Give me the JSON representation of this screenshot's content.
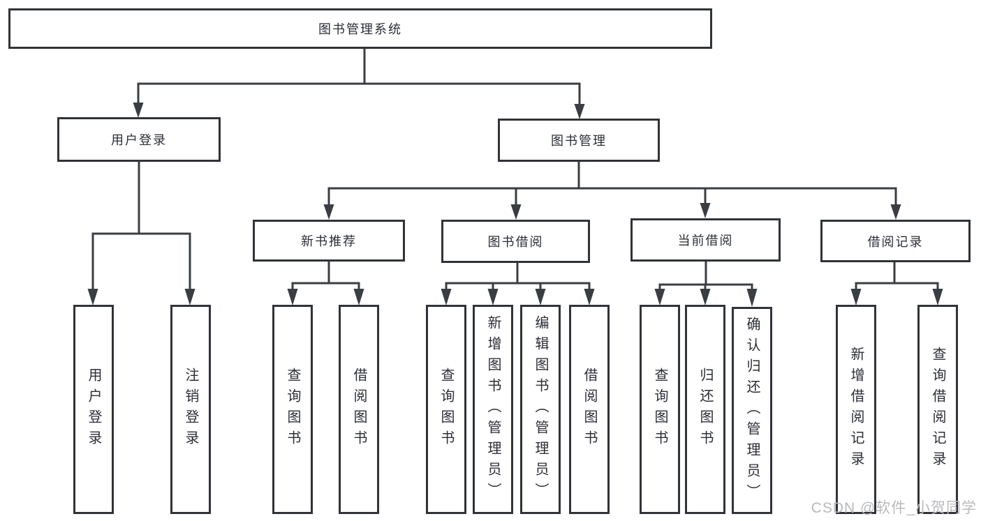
{
  "colors": {
    "line": "#3a3d42",
    "border": "#303338",
    "text": "#2b2e35",
    "watermark": "#b9babc",
    "bg": "#ffffff"
  },
  "tree": {
    "root": {
      "label": "图书管理系统"
    },
    "level2": [
      {
        "label": "用户登录"
      },
      {
        "label": "图书管理"
      }
    ],
    "level3": [
      {
        "label": "新书推荐"
      },
      {
        "label": "图书借阅"
      },
      {
        "label": "当前借阅"
      },
      {
        "label": "借阅记录"
      }
    ],
    "leaves": {
      "user_login": [
        "用户登录",
        "注销登录"
      ],
      "new_recommend": [
        "查询图书",
        "借阅图书"
      ],
      "book_borrow": [
        "查询图书",
        "新增图书（管理员）",
        "编辑图书（管理员）",
        "借阅图书"
      ],
      "current_borrow": [
        "查询图书",
        "归还图书",
        "确认归还（管理员）"
      ],
      "borrow_records": [
        "新增借阅记录",
        "查询借阅记录"
      ]
    }
  },
  "watermark": {
    "text": "CSDN @软件_小贺同学"
  }
}
